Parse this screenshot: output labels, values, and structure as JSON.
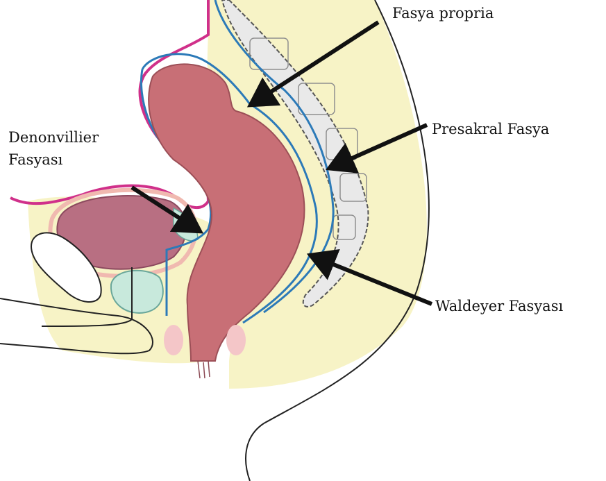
{
  "labels": {
    "fasya_propria": "Fasya propria",
    "presakral_fasya": "Presakral Fasya",
    "waldeyer_fasyasi": "Waldeyer Fasyası",
    "denonvillier_line1": "Denonvillier",
    "denonvillier_line2": "Fasyası"
  },
  "colors": {
    "pelvic_fat": "#f7f3c6",
    "rectum": "#c86f76",
    "bladder": "#b86f82",
    "peritoneum": "#d0308a",
    "fascia": "#2c7ab8",
    "seminal": "#c8e9dc",
    "bone": "#e9e9e9",
    "arrow": "#111111"
  }
}
